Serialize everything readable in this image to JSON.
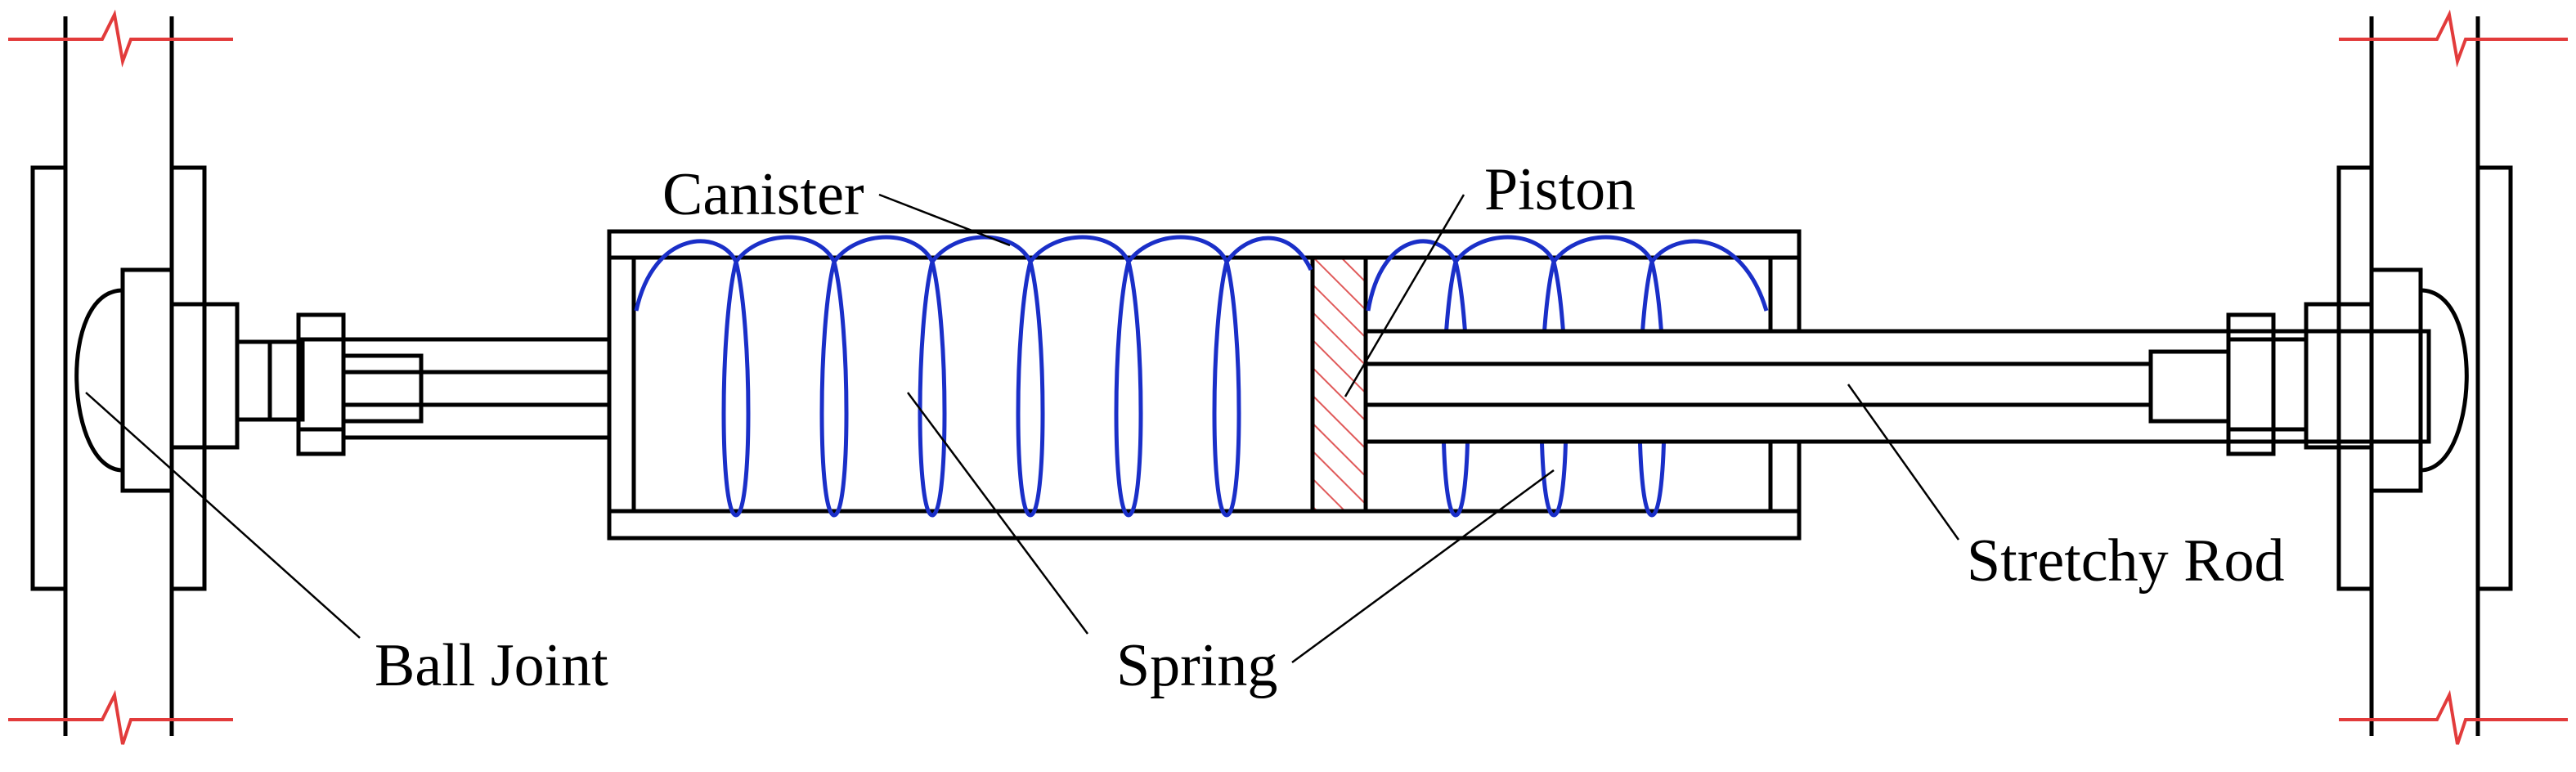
{
  "labels": {
    "canister": "Canister",
    "piston": "Piston",
    "spring": "Spring",
    "ball_joint": "Ball Joint",
    "stretchy_rod": "Stretchy Rod"
  },
  "colors": {
    "line": "#000000",
    "spring": "#1a2fc8",
    "break_marks": "#e23b3b",
    "piston_hatch": "#e05a5a"
  }
}
